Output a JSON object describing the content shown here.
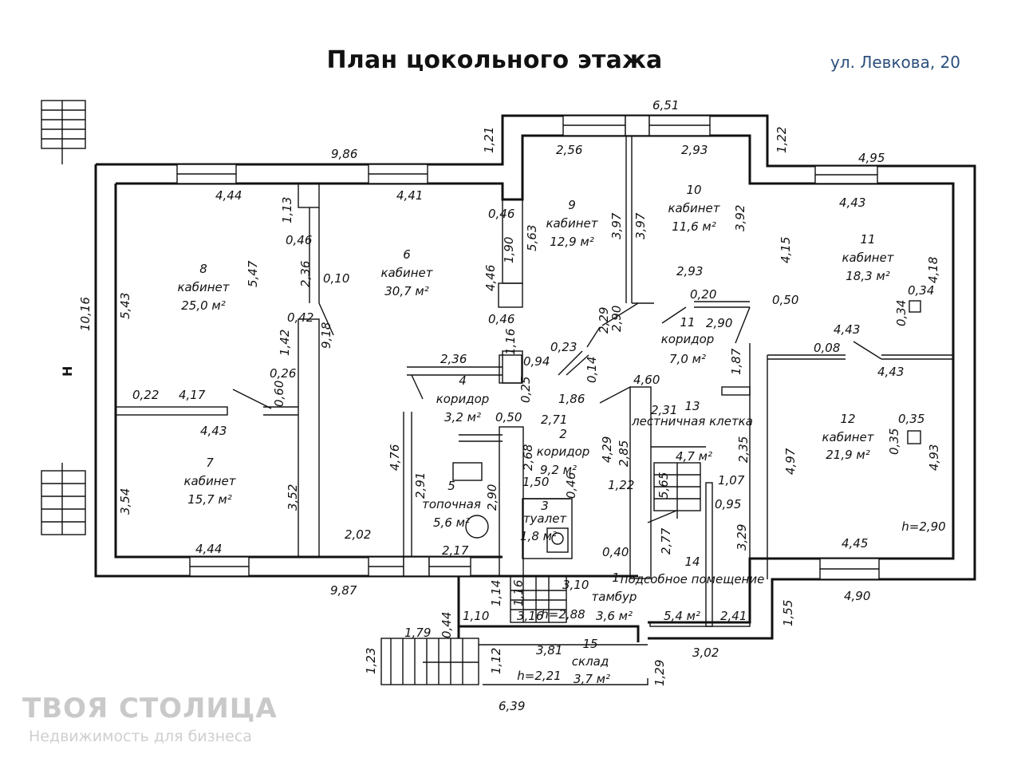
{
  "header": {
    "title": "План цокольного этажа",
    "address": "ул. Левкова, 20"
  },
  "north_marker": "Н",
  "rooms": [
    {
      "num": "1",
      "name": "тамбур",
      "area": "3,6 м²"
    },
    {
      "num": "2",
      "name": "коридор",
      "area": "9,2 м²"
    },
    {
      "num": "3",
      "name": "туалет",
      "area": "1,8 м²"
    },
    {
      "num": "4",
      "name": "коридор",
      "area": "3,2 м²"
    },
    {
      "num": "5",
      "name": "топочная",
      "area": "5,6 м²"
    },
    {
      "num": "6",
      "name": "кабинет",
      "area": "30,7 м²"
    },
    {
      "num": "7",
      "name": "кабинет",
      "area": "15,7 м²"
    },
    {
      "num": "8",
      "name": "кабинет",
      "area": "25,0 м²"
    },
    {
      "num": "9",
      "name": "кабинет",
      "area": "12,9 м²"
    },
    {
      "num": "10",
      "name": "кабинет",
      "area": "11,6 м²"
    },
    {
      "num": "11",
      "name": "коридор",
      "area": "7,0 м²"
    },
    {
      "num": "11",
      "name": "кабинет",
      "area": "18,3 м²"
    },
    {
      "num": "12",
      "name": "кабинет",
      "area": "21,9 м²"
    },
    {
      "num": "13",
      "name": "лестничная клетка",
      "area": "4,7 м²"
    },
    {
      "num": "14",
      "name": "подсобное помещение",
      "area": "5,4 м²"
    },
    {
      "num": "15",
      "name": "склад",
      "area": "3,7 м²"
    }
  ],
  "heights": {
    "main": "h=2,90",
    "vestibule": "h=2,88",
    "storage": "h=2,21"
  },
  "dimensions": [
    "9,86",
    "6,51",
    "1,21",
    "1,22",
    "4,95",
    "2,56",
    "2,93",
    "4,44",
    "4,41",
    "4,43",
    "1,13",
    "0,46",
    "2,36",
    "0,10",
    "5,47",
    "5,43",
    "10,16",
    "0,46",
    "5,63",
    "3,97",
    "3,97",
    "3,92",
    "4,15",
    "1,90",
    "4,46",
    "0,42",
    "9,18",
    "1,42",
    "0,26",
    "0,60",
    "0,22",
    "4,17",
    "4,43",
    "0,46",
    "2,29",
    "2,93",
    "0,20",
    "2,90",
    "0,50",
    "0,34",
    "0,34",
    "4,18",
    "4,43",
    "0,08",
    "4,43",
    "1,16",
    "2,36",
    "0,94",
    "0,23",
    "0,25",
    "0,14",
    "2,90",
    "4,60",
    "1,87",
    "2,31",
    "0,50",
    "2,71",
    "1,86",
    "4,76",
    "2,68",
    "2,91",
    "1,50",
    "0,46",
    "4,29",
    "2,85",
    "2,35",
    "0,35",
    "0,35",
    "4,97",
    "4,93",
    "3,54",
    "3,52",
    "5,65",
    "1,07",
    "0,95",
    "1,22",
    "2,77",
    "3,29",
    "2,02",
    "2,17",
    "2,90",
    "4,44",
    "0,40",
    "4,45",
    "9,87",
    "1,14",
    "1,16",
    "3,10",
    "1,10",
    "3,16",
    "2,41",
    "1,55",
    "4,90",
    "1,79",
    "0,44",
    "3,81",
    "3,02",
    "1,23",
    "1,12",
    "1,29",
    "6,39"
  ],
  "logo": {
    "name": "ТВОЯ СТОЛИЦА",
    "tagline": "Недвижимость для бизнеса"
  }
}
